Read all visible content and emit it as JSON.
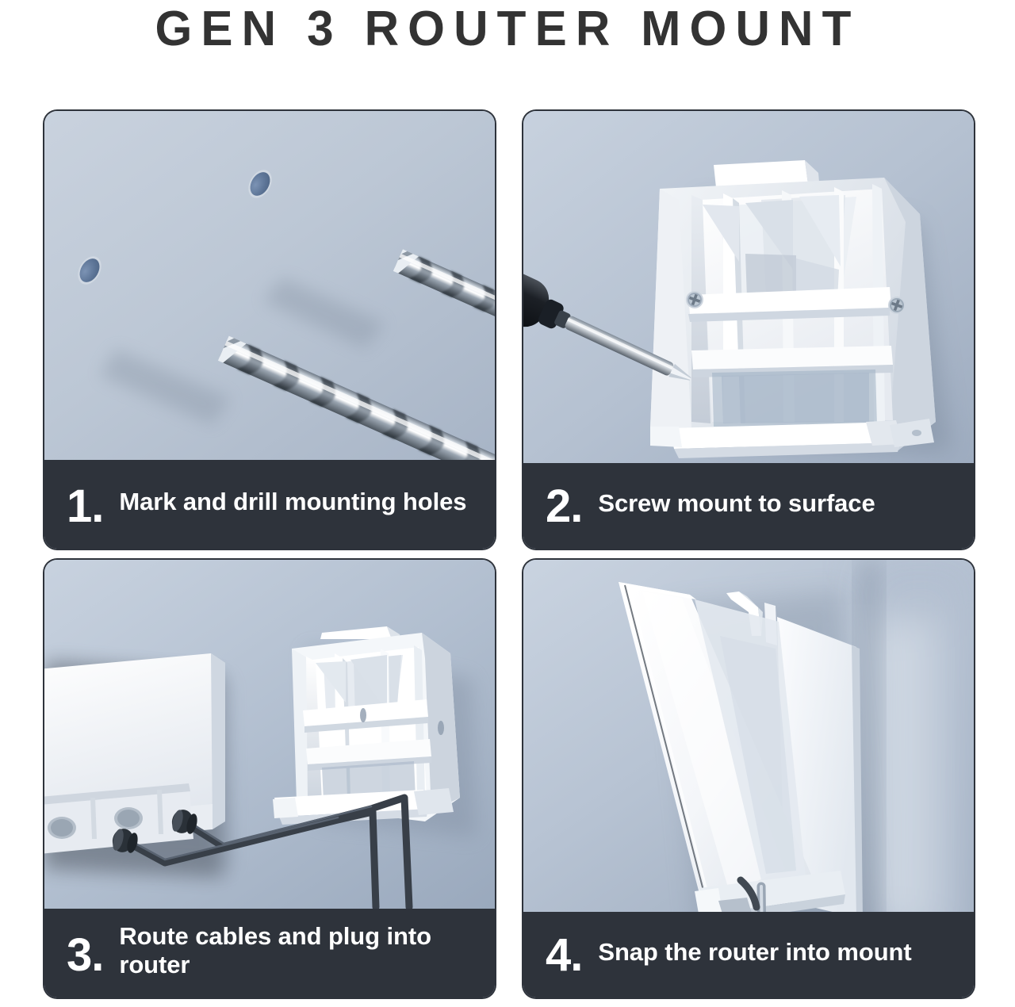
{
  "header": {
    "title": "GEN 3 ROUTER MOUNT",
    "title_color": "#333333"
  },
  "theme": {
    "caption_band": "#2e333b",
    "caption_text": "#ffffff",
    "panel_border": "#2e333b",
    "wall_light": "#c6d0dc",
    "wall_mid": "#b4c0d0",
    "wall_dark": "#93a3b8",
    "product_white": "#ffffff",
    "product_shade": "#d7dde5",
    "metal_light": "#e8ecf1",
    "metal_dark": "#7d8893",
    "cable_dark": "#333a42",
    "hole_blue": "#5c7496",
    "background": "#ffffff"
  },
  "steps": [
    {
      "number": "1.",
      "text": "Mark and drill mounting holes",
      "scene": "drill-bits-and-marked-holes",
      "lines": 2
    },
    {
      "number": "2.",
      "text": "Screw mount to surface",
      "scene": "screwdriver-fastening-bracket",
      "lines": 1
    },
    {
      "number": "3.",
      "text": "Route cables and plug into router",
      "scene": "cables-routed-into-router",
      "lines": 2
    },
    {
      "number": "4.",
      "text": "Snap the router into mount",
      "scene": "router-snapping-into-mount",
      "lines": 1
    }
  ]
}
